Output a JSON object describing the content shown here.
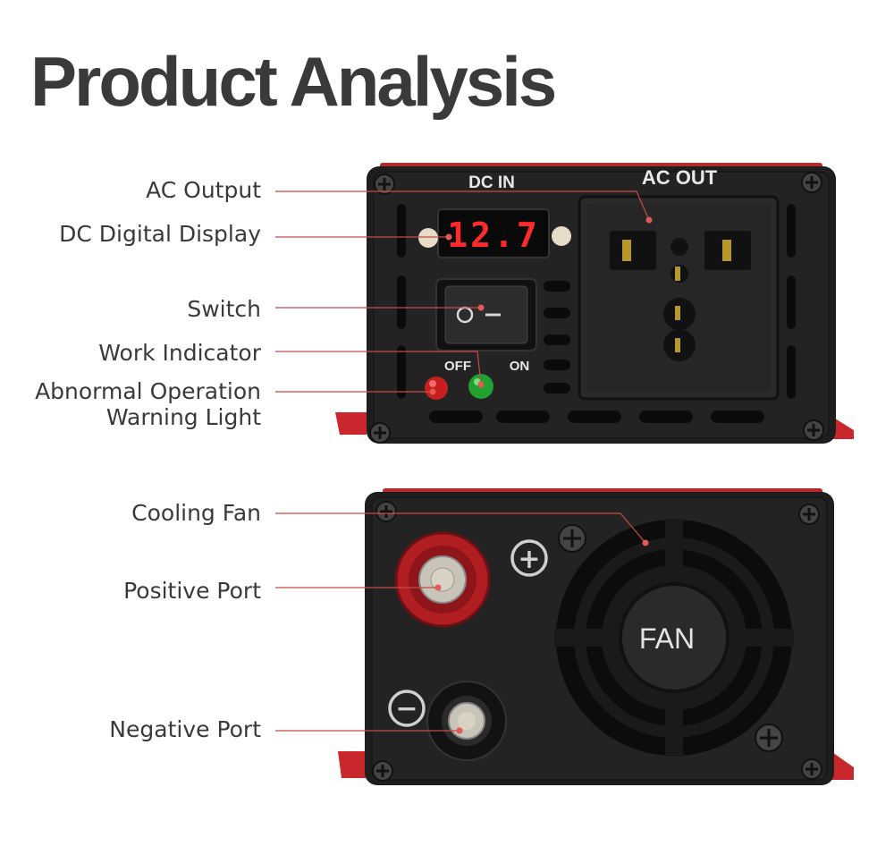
{
  "title": "Product Analysis",
  "front_panel": {
    "dc_in_label": "DC IN",
    "ac_out_label": "AC OUT",
    "display_reading": "12.7",
    "off_label": "OFF",
    "on_label": "ON",
    "callouts": [
      {
        "text": "AC Output"
      },
      {
        "text": "DC Digital Display"
      },
      {
        "text": "Switch"
      },
      {
        "text": "Work Indicator"
      },
      {
        "text": "Abnormal Operation Warning Light"
      }
    ]
  },
  "back_panel": {
    "fan_label": "FAN",
    "positive_symbol": "+",
    "negative_symbol": "−",
    "callouts": [
      {
        "text": "Cooling Fan"
      },
      {
        "text": "Positive Port"
      },
      {
        "text": "Negative Port"
      }
    ]
  },
  "colors": {
    "body": "#1e1e1e",
    "trim_red": "#c8282c",
    "callout_line": "#c84a48",
    "label_text": "#3a3a3a",
    "display_red": "#ff2a2a"
  }
}
